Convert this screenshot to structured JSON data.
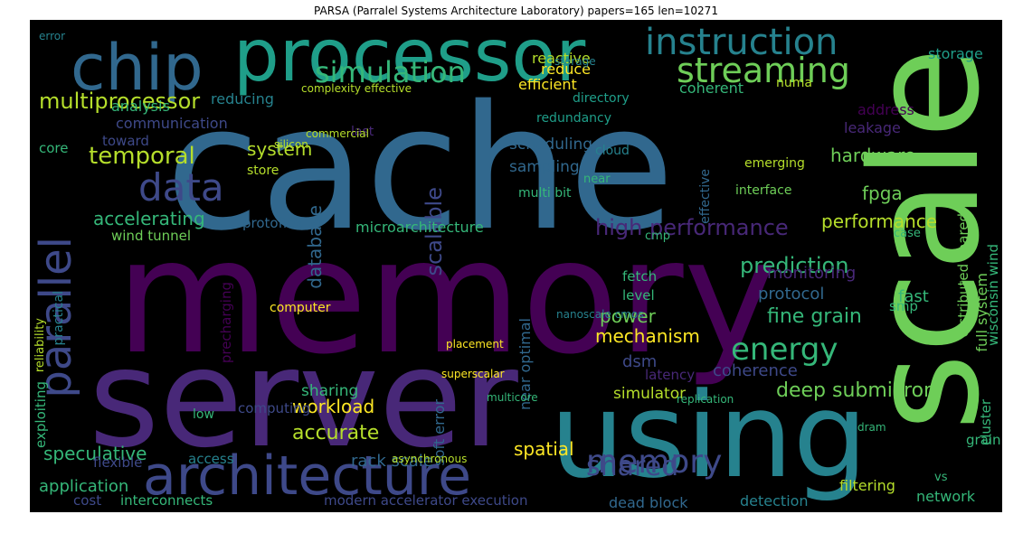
{
  "title": "PARSA (Parralel Systems Architecture Laboratory) papers=165 len=10271",
  "palette": [
    "#440154",
    "#482878",
    "#3e4989",
    "#31688e",
    "#26828e",
    "#1f9e89",
    "#35b779",
    "#6ece58",
    "#b5de2b",
    "#fde725"
  ],
  "words": [
    {
      "text": "cache",
      "color": "#31688e"
    },
    {
      "text": "memory",
      "color": "#440154"
    },
    {
      "text": "server",
      "color": "#482878"
    },
    {
      "text": "scale",
      "color": "#6ece58"
    },
    {
      "text": "using",
      "color": "#26828e"
    },
    {
      "text": "processor",
      "color": "#1f9e89"
    },
    {
      "text": "architecture",
      "color": "#3e4989"
    },
    {
      "text": "chip",
      "color": "#31688e"
    },
    {
      "text": "instruction",
      "color": "#26828e"
    },
    {
      "text": "parallel",
      "color": "#3e4989"
    },
    {
      "text": "streaming",
      "color": "#6ece58"
    },
    {
      "text": "data",
      "color": "#3e4989"
    },
    {
      "text": "simulation",
      "color": "#35b779"
    },
    {
      "text": "multiprocessor",
      "color": "#b5de2b"
    },
    {
      "text": "memory",
      "color": "#3e4989"
    },
    {
      "text": "energy",
      "color": "#35b779"
    },
    {
      "text": "shared",
      "color": "#3e4989"
    },
    {
      "text": "temporal",
      "color": "#b5de2b"
    },
    {
      "text": "accelerating",
      "color": "#35b779"
    },
    {
      "text": "database",
      "color": "#31688e"
    },
    {
      "text": "scalable",
      "color": "#3e4989"
    },
    {
      "text": "high performance",
      "color": "#482878"
    },
    {
      "text": "prediction",
      "color": "#35b779"
    },
    {
      "text": "fine grain",
      "color": "#35b779"
    },
    {
      "text": "deep submicron",
      "color": "#6ece58"
    },
    {
      "text": "workload",
      "color": "#fde725"
    },
    {
      "text": "accurate",
      "color": "#b5de2b"
    },
    {
      "text": "speculative",
      "color": "#35b779"
    },
    {
      "text": "application",
      "color": "#35b779"
    },
    {
      "text": "interconnects",
      "color": "#35b779"
    },
    {
      "text": "modern accelerator execution",
      "color": "#3e4989"
    },
    {
      "text": "dead block",
      "color": "#31688e"
    },
    {
      "text": "detection",
      "color": "#26828e"
    },
    {
      "text": "filtering",
      "color": "#b5de2b"
    },
    {
      "text": "network",
      "color": "#35b779"
    },
    {
      "text": "rack scale",
      "color": "#31688e"
    },
    {
      "text": "spatial",
      "color": "#fde725"
    },
    {
      "text": "hardware",
      "color": "#6ece58"
    },
    {
      "text": "fpga",
      "color": "#6ece58"
    },
    {
      "text": "performance",
      "color": "#b5de2b"
    },
    {
      "text": "monitoring",
      "color": "#482878"
    },
    {
      "text": "protocol",
      "color": "#31688e"
    },
    {
      "text": "fast",
      "color": "#35b779"
    },
    {
      "text": "power",
      "color": "#6ece58"
    },
    {
      "text": "mechanism",
      "color": "#fde725"
    },
    {
      "text": "dsm",
      "color": "#3e4989"
    },
    {
      "text": "coherence",
      "color": "#3e4989"
    },
    {
      "text": "simulator",
      "color": "#b5de2b"
    },
    {
      "text": "sharing",
      "color": "#35b779"
    },
    {
      "text": "system",
      "color": "#b5de2b"
    },
    {
      "text": "scheduling",
      "color": "#31688e"
    },
    {
      "text": "sampling",
      "color": "#31688e"
    },
    {
      "text": "efficient",
      "color": "#fde725"
    },
    {
      "text": "reactive",
      "color": "#b5de2b"
    },
    {
      "text": "reduce",
      "color": "#fde725"
    },
    {
      "text": "coherent",
      "color": "#35b779"
    },
    {
      "text": "leakage",
      "color": "#482878"
    },
    {
      "text": "address",
      "color": "#440154"
    },
    {
      "text": "storage",
      "color": "#1f9e89"
    },
    {
      "text": "analysis",
      "color": "#35b779"
    },
    {
      "text": "reducing",
      "color": "#26828e"
    },
    {
      "text": "communication",
      "color": "#3e4989"
    },
    {
      "text": "microarchitecture",
      "color": "#35b779"
    },
    {
      "text": "wind tunnel",
      "color": "#6ece58"
    },
    {
      "text": "protoflex",
      "color": "#31688e"
    },
    {
      "text": "computer",
      "color": "#fde725"
    },
    {
      "text": "precharging",
      "color": "#440154"
    },
    {
      "text": "practical",
      "color": "#26828e"
    },
    {
      "text": "reliability",
      "color": "#b5de2b"
    },
    {
      "text": "exploiting",
      "color": "#35b779"
    },
    {
      "text": "full system",
      "color": "#6ece58"
    },
    {
      "text": "wisconsin wind",
      "color": "#35b779"
    },
    {
      "text": "distributed shared",
      "color": "#6ece58"
    },
    {
      "text": "cluster",
      "color": "#35b779"
    },
    {
      "text": "grain",
      "color": "#35b779"
    },
    {
      "text": "soft error",
      "color": "#31688e"
    },
    {
      "text": "near optimal",
      "color": "#31688e"
    },
    {
      "text": "latency",
      "color": "#482878"
    },
    {
      "text": "emerging",
      "color": "#b5de2b"
    },
    {
      "text": "interface",
      "color": "#6ece58"
    },
    {
      "text": "cloud",
      "color": "#26828e"
    },
    {
      "text": "numa",
      "color": "#b5de2b"
    },
    {
      "text": "toward",
      "color": "#3e4989"
    },
    {
      "text": "core",
      "color": "#35b779"
    },
    {
      "text": "access",
      "color": "#26828e"
    },
    {
      "text": "flexible",
      "color": "#3e4989"
    },
    {
      "text": "cost",
      "color": "#3e4989"
    },
    {
      "text": "low",
      "color": "#35b779"
    },
    {
      "text": "computing",
      "color": "#3e4989"
    },
    {
      "text": "fetch",
      "color": "#35b779"
    },
    {
      "text": "level",
      "color": "#35b779"
    },
    {
      "text": "smp",
      "color": "#35b779"
    },
    {
      "text": "multi bit",
      "color": "#35b779"
    },
    {
      "text": "near",
      "color": "#35b779"
    },
    {
      "text": "effective",
      "color": "#31688e"
    },
    {
      "text": "redundancy",
      "color": "#1f9e89"
    },
    {
      "text": "directory",
      "color": "#1f9e89"
    },
    {
      "text": "last",
      "color": "#482878"
    },
    {
      "text": "store",
      "color": "#b5de2b"
    },
    {
      "text": "vs",
      "color": "#35b779"
    },
    {
      "text": "cmp",
      "color": "#35b779"
    },
    {
      "text": "case",
      "color": "#35b779"
    },
    {
      "text": "dram",
      "color": "#35b779"
    },
    {
      "text": "error",
      "color": "#26828e"
    },
    {
      "text": "complexity effective",
      "color": "#b5de2b"
    },
    {
      "text": "nanoscale cmos",
      "color": "#26828e"
    },
    {
      "text": "asynchronous",
      "color": "#b5de2b"
    },
    {
      "text": "superscalar",
      "color": "#fde725"
    },
    {
      "text": "multicore",
      "color": "#35b779"
    },
    {
      "text": "placement",
      "color": "#fde725"
    },
    {
      "text": "replication",
      "color": "#35b779"
    },
    {
      "text": "silicon",
      "color": "#b5de2b"
    },
    {
      "text": "commercial",
      "color": "#b5de2b"
    },
    {
      "text": "storage",
      "color": "#26828e"
    }
  ]
}
